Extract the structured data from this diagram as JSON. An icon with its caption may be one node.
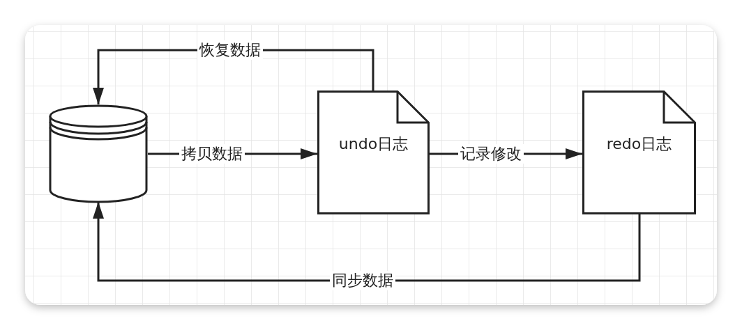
{
  "diagram": {
    "nodes": [
      {
        "text": [],
        "shape": "cylinder"
      },
      {
        "text": [
          "undo日志"
        ]
      },
      {
        "text": [
          "redo日志"
        ]
      }
    ],
    "edges": [
      {
        "from": 0,
        "to": 1,
        "arrow": "to",
        "label": "拷贝数据"
      },
      {
        "from": 1,
        "to": 2,
        "arrow": "to",
        "label": "记录修改"
      },
      {
        "from": 1,
        "to": 0,
        "arrow": "to",
        "label": "恢复数据"
      },
      {
        "from": 2,
        "to": 0,
        "arrow": "to",
        "label": "同步数据"
      }
    ]
  }
}
